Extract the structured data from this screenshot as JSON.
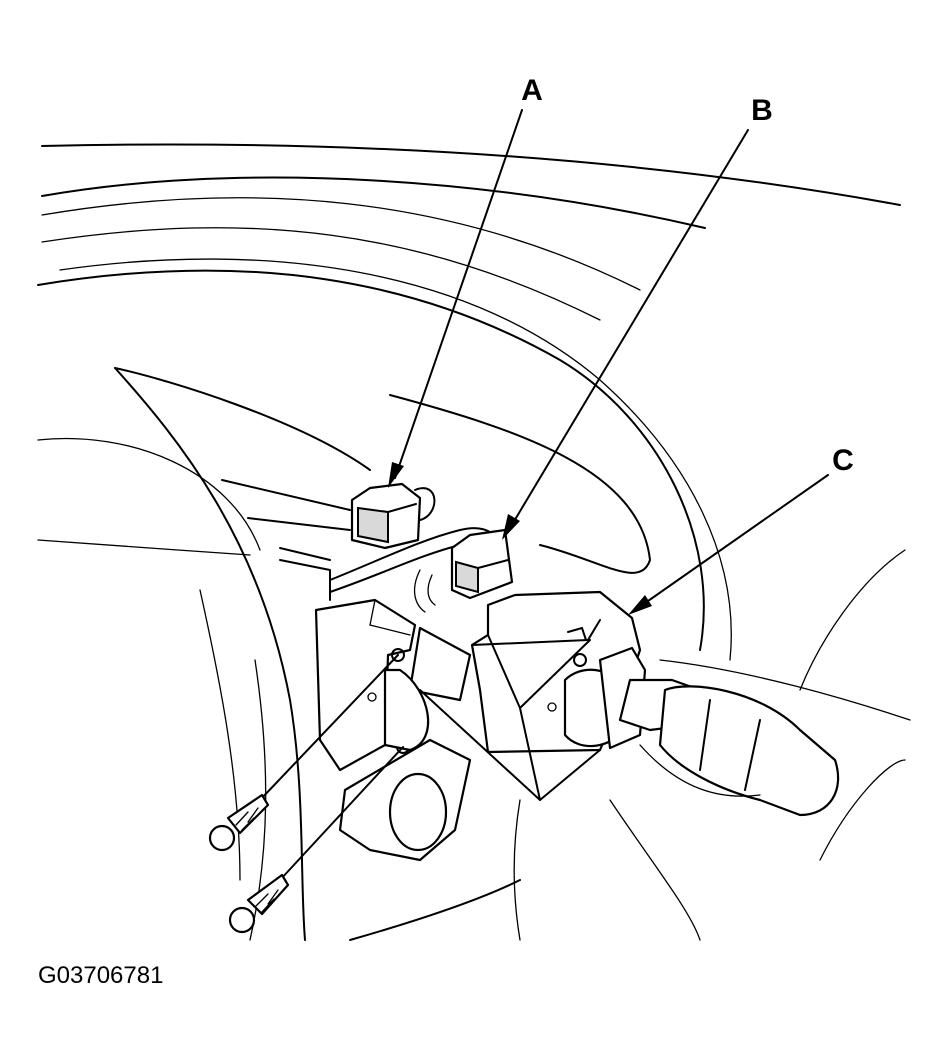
{
  "callouts": {
    "a": "A",
    "b": "B",
    "c": "C"
  },
  "figure_id": "G03706781"
}
